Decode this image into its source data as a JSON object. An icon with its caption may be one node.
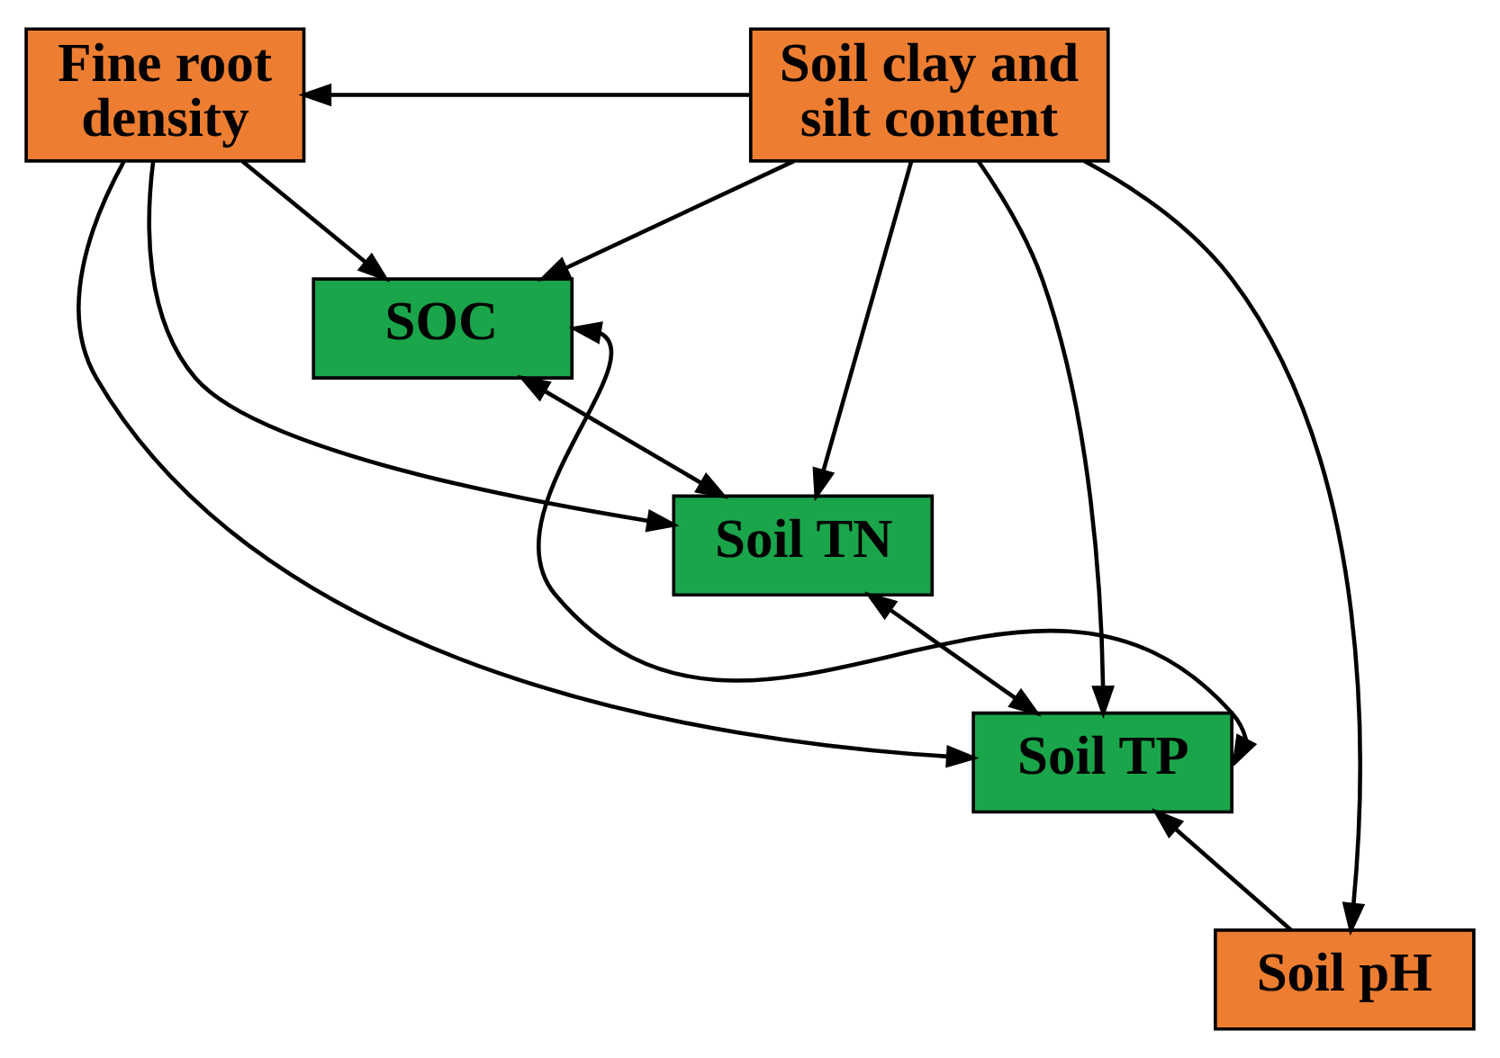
{
  "diagram": {
    "nodes": [
      {
        "text": [
          "Fine root density"
        ]
      },
      {
        "text": [
          "Soil clay and silt content"
        ]
      },
      {
        "text": [
          "SOC"
        ]
      },
      {
        "text": [
          "Soil TN"
        ]
      },
      {
        "text": [
          "Soil TP"
        ]
      },
      {
        "text": [
          "Soil pH"
        ]
      }
    ],
    "edges": [
      {
        "from": 1,
        "to": 0,
        "arrow": "to"
      },
      {
        "from": 0,
        "to": 2,
        "arrow": "to"
      },
      {
        "from": 0,
        "to": 3,
        "arrow": "to"
      },
      {
        "from": 0,
        "to": 4,
        "arrow": "to"
      },
      {
        "from": 2,
        "to": 3,
        "arrow": "both"
      },
      {
        "from": 3,
        "to": 4,
        "arrow": "both"
      },
      {
        "from": 1,
        "to": 2,
        "arrow": "to"
      },
      {
        "from": 1,
        "to": 3,
        "arrow": "to"
      },
      {
        "from": 1,
        "to": 4,
        "arrow": "to"
      },
      {
        "from": 1,
        "to": 5,
        "arrow": "to"
      },
      {
        "from": 4,
        "to": 2,
        "arrow": "both"
      },
      {
        "from": 5,
        "to": 4,
        "arrow": "to"
      }
    ]
  }
}
